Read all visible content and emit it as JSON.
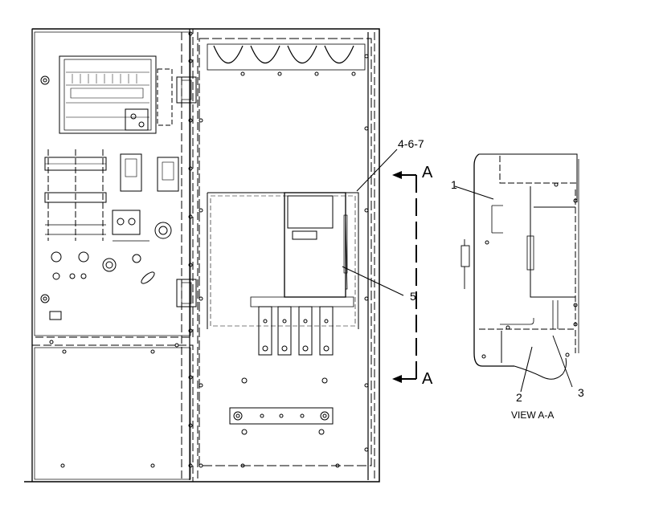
{
  "callouts": {
    "c1": "1",
    "c2": "2",
    "c3": "3",
    "c467": "4-6-7",
    "c5": "5"
  },
  "section": {
    "top": "A",
    "bottom": "A"
  },
  "view_label": "VIEW A-A",
  "colors": {
    "line": "#000000",
    "background": "#ffffff"
  }
}
